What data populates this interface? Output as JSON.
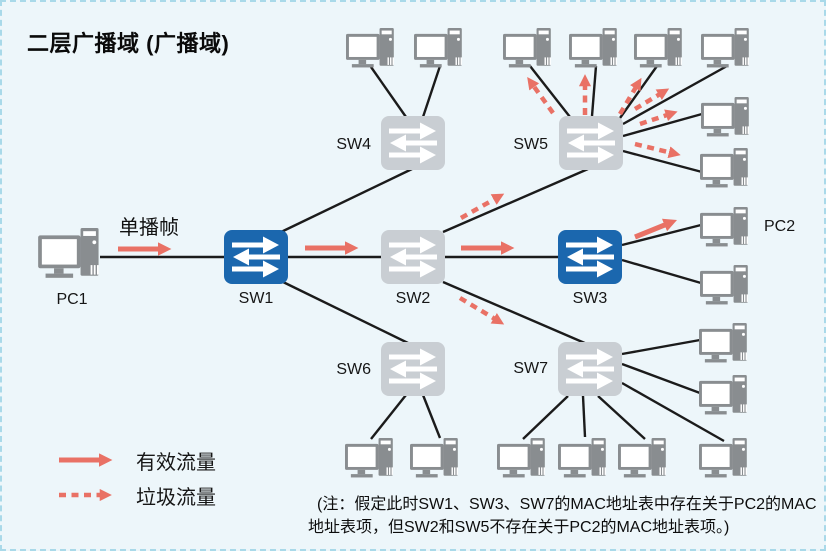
{
  "title": "二层广播域 (广播域)",
  "unicast_frame_label": "单播帧",
  "nodes": {
    "pc1": "PC1",
    "pc2": "PC2",
    "sw1": "SW1",
    "sw2": "SW2",
    "sw3": "SW3",
    "sw4": "SW4",
    "sw5": "SW5",
    "sw6": "SW6",
    "sw7": "SW7"
  },
  "legend": {
    "valid_traffic": "有效流量",
    "garbage_traffic": "垃圾流量"
  },
  "note": {
    "line1": "(注：假定此时SW1、SW3、SW7的MAC地址表中存在关于PC2的MAC",
    "line2": "地址表项，但SW2和SW5不存在关于PC2的MAC地址表项。)"
  },
  "colors": {
    "background": "#edf6fa",
    "border_dashed": "#a9d9e9",
    "switch_highlighted": "#1b67ae",
    "switch_normal": "#c9ced3",
    "pc_gray": "#898d90",
    "traffic_red": "#e97165",
    "link_black": "#1b1b1b"
  },
  "topology": {
    "switches": [
      "SW1",
      "SW2",
      "SW3",
      "SW4",
      "SW5",
      "SW6",
      "SW7"
    ],
    "highlighted_switches": [
      "SW1",
      "SW3"
    ],
    "switch_links": [
      "PC1-SW1",
      "SW1-SW2",
      "SW2-SW3",
      "SW1-SW4",
      "SW1-SW6",
      "SW2-SW5",
      "SW2-SW7",
      "SW3-PC2"
    ],
    "host_counts": {
      "SW3": 2,
      "SW4": 2,
      "SW5": 6,
      "SW6": 2,
      "SW7": 6
    },
    "valid_flows": [
      "PC1→SW1",
      "SW1→SW2",
      "SW2→SW3",
      "SW3→PC2"
    ],
    "garbage_flows": [
      "SW2→SW5",
      "SW2→SW7",
      "SW5→host1",
      "SW5→host2",
      "SW5→host3",
      "SW5→host4",
      "SW5→host5",
      "SW5→host6"
    ]
  }
}
